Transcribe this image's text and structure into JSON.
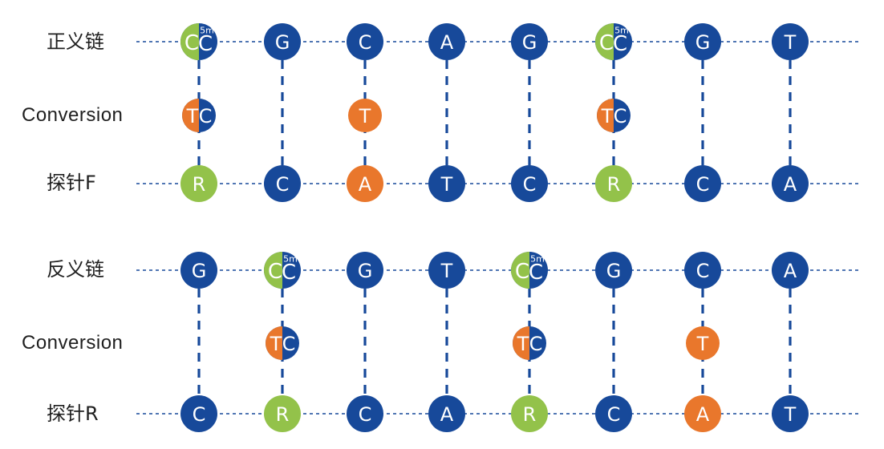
{
  "colors": {
    "blue": "#17499a",
    "orange": "#e9772c",
    "green": "#93c24a",
    "dash": "#17499a",
    "text_dark": "#1f1f1f",
    "text_light": "#ffffff"
  },
  "groups": [
    {
      "name": "forward",
      "strand_label": "正义链",
      "conversion_label": "Conversion",
      "probe_label": "探针F",
      "strand": [
        {
          "type": "methyl"
        },
        {
          "type": "plain",
          "letter": "G"
        },
        {
          "type": "plain",
          "letter": "C"
        },
        {
          "type": "plain",
          "letter": "A"
        },
        {
          "type": "plain",
          "letter": "G"
        },
        {
          "type": "methyl"
        },
        {
          "type": "plain",
          "letter": "G"
        },
        {
          "type": "plain",
          "letter": "T"
        }
      ],
      "conversion": [
        {
          "type": "tc"
        },
        null,
        {
          "type": "t"
        },
        null,
        null,
        {
          "type": "tc"
        },
        null,
        null
      ],
      "probe": [
        {
          "letter": "R",
          "color": "green"
        },
        {
          "letter": "C",
          "color": "blue"
        },
        {
          "letter": "A",
          "color": "orange"
        },
        {
          "letter": "T",
          "color": "blue"
        },
        {
          "letter": "C",
          "color": "blue"
        },
        {
          "letter": "R",
          "color": "green"
        },
        {
          "letter": "C",
          "color": "blue"
        },
        {
          "letter": "A",
          "color": "blue"
        }
      ]
    },
    {
      "name": "reverse",
      "strand_label": "反义链",
      "conversion_label": "Conversion",
      "probe_label": "探针R",
      "strand": [
        {
          "type": "plain",
          "letter": "G"
        },
        {
          "type": "methyl"
        },
        {
          "type": "plain",
          "letter": "G"
        },
        {
          "type": "plain",
          "letter": "T"
        },
        {
          "type": "methyl"
        },
        {
          "type": "plain",
          "letter": "G"
        },
        {
          "type": "plain",
          "letter": "C"
        },
        {
          "type": "plain",
          "letter": "A"
        }
      ],
      "conversion": [
        null,
        {
          "type": "tc"
        },
        null,
        null,
        {
          "type": "tc"
        },
        null,
        {
          "type": "t"
        },
        null
      ],
      "probe": [
        {
          "letter": "C",
          "color": "blue"
        },
        {
          "letter": "R",
          "color": "green"
        },
        {
          "letter": "C",
          "color": "blue"
        },
        {
          "letter": "A",
          "color": "blue"
        },
        {
          "letter": "R",
          "color": "green"
        },
        {
          "letter": "C",
          "color": "blue"
        },
        {
          "letter": "A",
          "color": "orange"
        },
        {
          "letter": "T",
          "color": "blue"
        }
      ]
    }
  ],
  "methyl_glyphs": {
    "left": "C",
    "right": "C",
    "superscript": "5m"
  },
  "tc_glyphs": {
    "left": "T",
    "right": "C"
  },
  "t_glyph": "T"
}
